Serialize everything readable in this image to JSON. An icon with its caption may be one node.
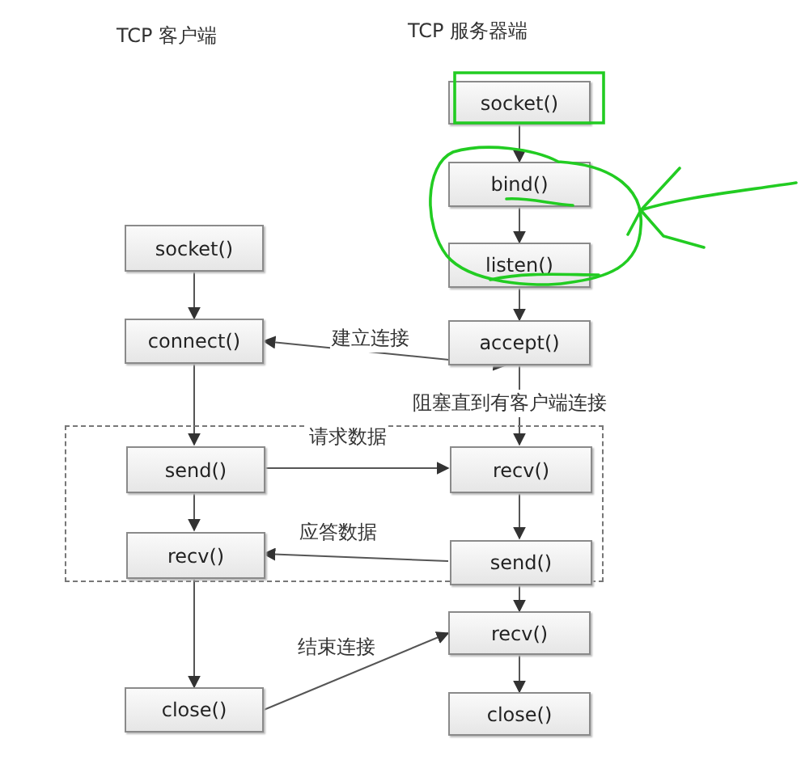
{
  "diagram": {
    "nodes": [
      {
        "text": [
          "socket()"
        ]
      },
      {
        "text": [
          "bind()"
        ]
      },
      {
        "text": [
          "listen()"
        ]
      },
      {
        "text": [
          "accept()"
        ]
      },
      {
        "text": [
          "socket()"
        ]
      },
      {
        "text": [
          "connect()"
        ]
      },
      {
        "text": [],
        "shape": "box"
      },
      {
        "text": [
          "send()"
        ],
        "in": 6
      },
      {
        "text": [
          "recv()"
        ],
        "in": 6
      },
      {
        "text": [
          "recv()"
        ],
        "in": 6
      },
      {
        "text": [
          "send()"
        ],
        "in": 6
      },
      {
        "text": [
          "recv()"
        ]
      },
      {
        "text": [
          "close()"
        ]
      },
      {
        "text": [
          "close()"
        ]
      }
    ],
    "edges": [
      {
        "from": 0,
        "to": 1,
        "arrow": "to"
      },
      {
        "from": 1,
        "to": 2,
        "arrow": "to"
      },
      {
        "from": 2,
        "to": 3,
        "arrow": "to"
      },
      {
        "from": 3,
        "to": 8,
        "arrow": "to",
        "label": "阻塞直到有客户端连接"
      },
      {
        "from": 4,
        "to": 5,
        "arrow": "to"
      },
      {
        "from": 5,
        "to": 3,
        "arrow": "both",
        "label": "建立连接"
      },
      {
        "from": 5,
        "to": 7,
        "arrow": "to"
      },
      {
        "from": 7,
        "to": 8,
        "arrow": "to",
        "label": "请求数据"
      },
      {
        "from": 7,
        "to": 9,
        "arrow": "to"
      },
      {
        "from": 8,
        "to": 10,
        "arrow": "to"
      },
      {
        "from": 10,
        "to": 9,
        "arrow": "to",
        "label": "应答数据"
      },
      {
        "from": 10,
        "to": 11,
        "arrow": "to"
      },
      {
        "from": 9,
        "to": 12,
        "arrow": "to"
      },
      {
        "from": 12,
        "to": 11,
        "arrow": "to",
        "label": "结束连接"
      },
      {
        "from": 11,
        "to": 13,
        "arrow": "to"
      }
    ],
    "labels": [
      "TCP 客户端",
      "TCP 服务器端"
    ]
  }
}
